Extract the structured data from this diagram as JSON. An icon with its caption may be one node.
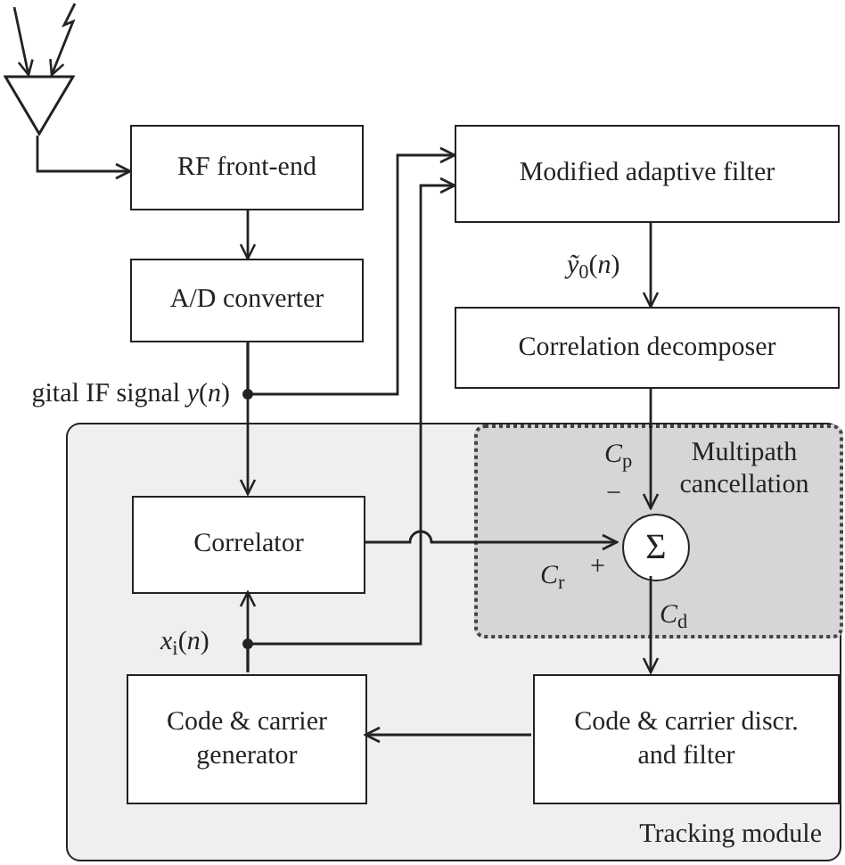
{
  "diagram": {
    "nodes": [
      {
        "text": [],
        "shape": "triangle"
      },
      {
        "text": [
          "RF front-end"
        ]
      },
      {
        "text": [
          "A/D converter"
        ]
      },
      {
        "text": [
          "Modified adaptive filter"
        ]
      },
      {
        "text": [
          "Correlation decomposer"
        ]
      },
      {
        "text": [
          "Tracking module"
        ]
      },
      {
        "text": [
          "Multipath cancellation"
        ],
        "in": 5
      },
      {
        "text": [
          "Correlator"
        ],
        "in": 5
      },
      {
        "text": [
          "Σ"
        ],
        "in": 6
      },
      {
        "text": [
          "Code & carrier generator"
        ],
        "in": 5
      },
      {
        "text": [
          "Code & carrier discr. and filter"
        ],
        "in": 5
      }
    ],
    "edges": [
      {
        "from": 0,
        "to": 1,
        "arrow": "to"
      },
      {
        "from": 1,
        "to": 2,
        "arrow": "to"
      },
      {
        "from": 2,
        "to": 7,
        "arrow": "to"
      },
      {
        "from": 2,
        "to": 3,
        "arrow": "to"
      },
      {
        "from": 3,
        "to": 4,
        "arrow": "to",
        "label": "*ỹ*$_{0}$(*n*)"
      },
      {
        "from": 4,
        "to": 8,
        "arrow": "to",
        "label": "*C*$_{p}$"
      },
      {
        "from": 7,
        "to": 8,
        "arrow": "to",
        "label": "*C*$_{r}$"
      },
      {
        "from": 8,
        "to": 10,
        "arrow": "to",
        "label": "*C*$_{d}$"
      },
      {
        "from": 10,
        "to": 9,
        "arrow": "to"
      },
      {
        "from": 9,
        "to": 7,
        "arrow": "to"
      },
      {
        "from": 9,
        "to": 3,
        "arrow": "to"
      },
      {
        "from": null,
        "to": 0,
        "arrow": "to"
      },
      {
        "from": null,
        "to": 0,
        "arrow": "to"
      }
    ],
    "labels": [
      "gital IF signal *y*(*n*)",
      "−",
      "+",
      "*x*$_{i}$(*n*)"
    ]
  }
}
